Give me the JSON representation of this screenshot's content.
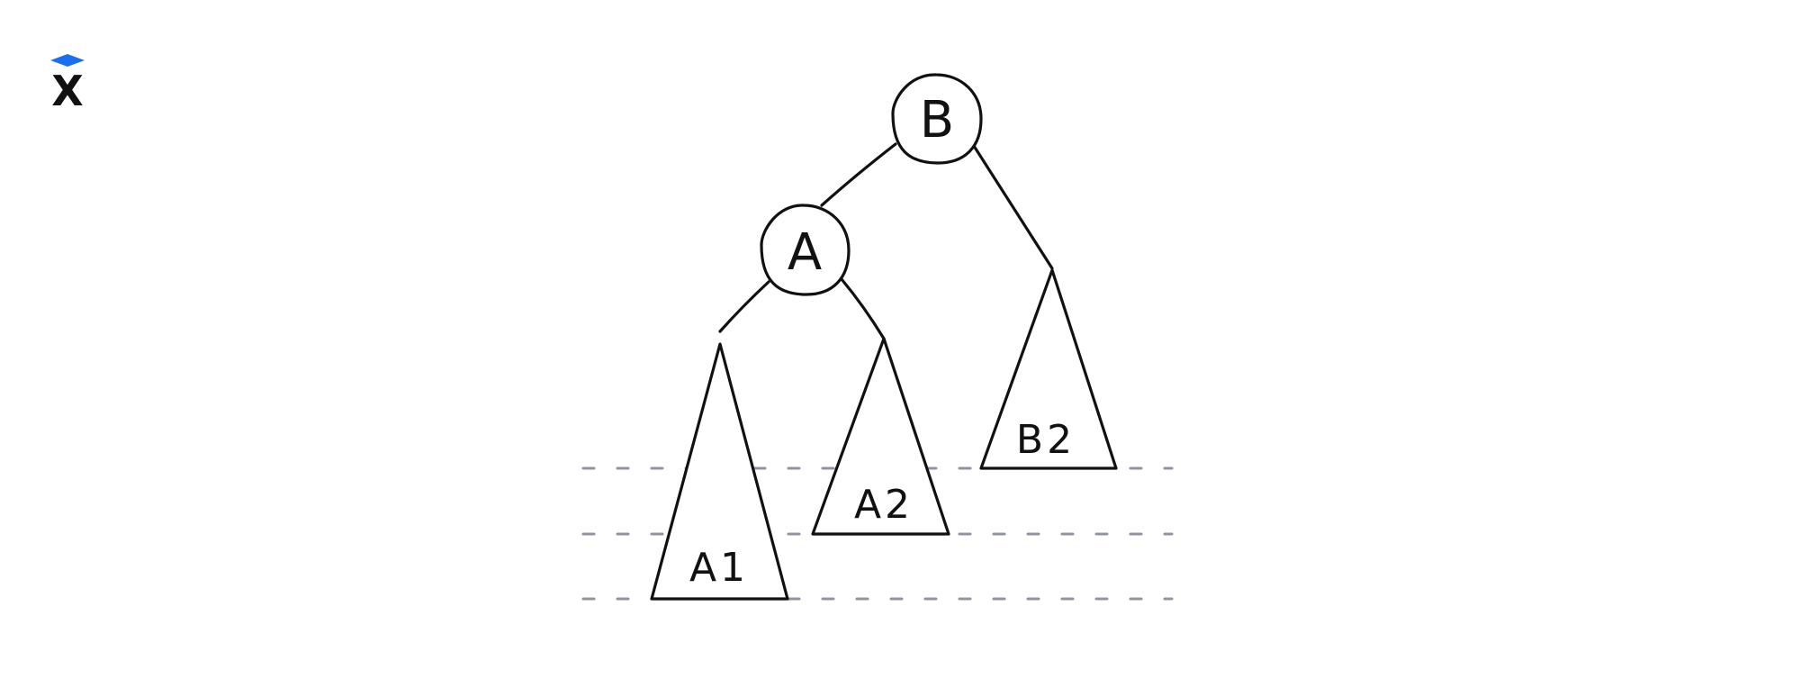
{
  "logo": {
    "letter": "X",
    "accent_color": "#1a6ff0"
  },
  "diagram": {
    "nodes": [
      {
        "id": "B",
        "label": "B"
      },
      {
        "id": "A",
        "label": "A"
      }
    ],
    "subtrees": [
      {
        "id": "A1",
        "label": "A1"
      },
      {
        "id": "A2",
        "label": "A2"
      },
      {
        "id": "B2",
        "label": "B2"
      }
    ],
    "edges": [
      {
        "from": "B",
        "to": "A"
      },
      {
        "from": "B",
        "to": "B2"
      },
      {
        "from": "A",
        "to": "A1"
      },
      {
        "from": "A",
        "to": "A2"
      }
    ],
    "level_guides": 3,
    "colors": {
      "stroke": "#111111",
      "guide": "#9094a0"
    }
  }
}
